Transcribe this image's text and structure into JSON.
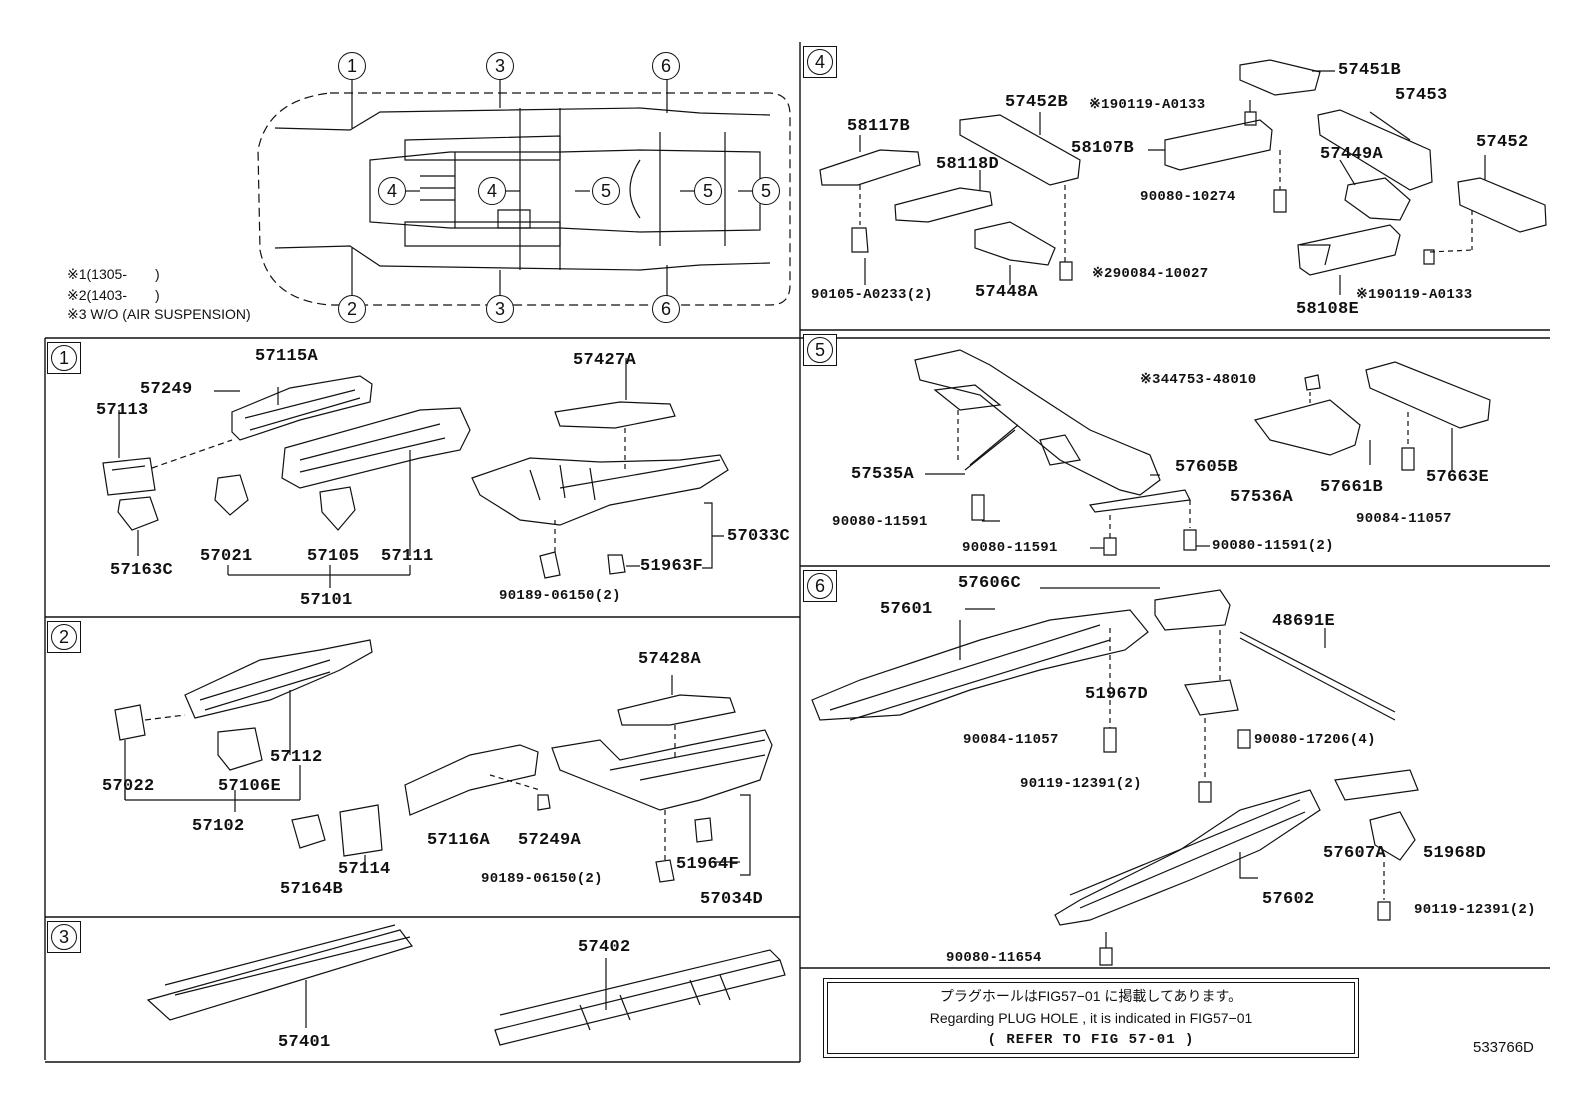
{
  "notes": {
    "n1": "※1(1305-　　)",
    "n2": "※2(1403-　　)",
    "n3": "※3 W/O (AIR SUSPENSION)"
  },
  "overview_callouts": {
    "c1_top": "1",
    "c3_top": "3",
    "c6_top": "6",
    "c4_left": "4",
    "c4_mid": "4",
    "c5_a": "5",
    "c5_b": "5",
    "c5_c": "5",
    "c2_bot": "2",
    "c3_bot": "3",
    "c6_bot": "6"
  },
  "sections": {
    "s1": "1",
    "s2": "2",
    "s3": "3",
    "s4": "4",
    "s5": "5",
    "s6": "6"
  },
  "parts": {
    "p57115A": "57115A",
    "p57249_1": "57249",
    "p57113": "57113",
    "p57163C": "57163C",
    "p57021": "57021",
    "p57105": "57105",
    "p57111": "57111",
    "p57101": "57101",
    "p57427A": "57427A",
    "p57033C": "57033C",
    "p51963F": "51963F",
    "p90189_1": "90189-06150(2)",
    "p57022": "57022",
    "p57106E": "57106E",
    "p57112": "57112",
    "p57102": "57102",
    "p57164B": "57164B",
    "p57114": "57114",
    "p57116A": "57116A",
    "p57249A": "57249A",
    "p57428A": "57428A",
    "p51964F": "51964F",
    "p90189_2": "90189-06150(2)",
    "p57034D": "57034D",
    "p57401": "57401",
    "p57402": "57402",
    "p57451B": "57451B",
    "p57452B": "57452B",
    "p190119_1": "※190119-A0133",
    "p57453": "57453",
    "p58117B": "58117B",
    "p58118D": "58118D",
    "p58107B": "58107B",
    "p57449A": "57449A",
    "p57452": "57452",
    "p90080_10274": "90080-10274",
    "p90105": "90105-A0233(2)",
    "p57448A": "57448A",
    "p90084_10027": "※290084-10027",
    "p58108E": "58108E",
    "p190119_2": "※190119-A0133",
    "p44753": "※344753-48010",
    "p57535A": "57535A",
    "p57605B": "57605B",
    "p57661B": "57661B",
    "p57663E": "57663E",
    "p57536A": "57536A",
    "p90080_11591a": "90080-11591",
    "p90080_11591b": "90080-11591",
    "p90080_11591c": "90080-11591(2)",
    "p90084_11057a": "90084-11057",
    "p57606C": "57606C",
    "p57601": "57601",
    "p48691E": "48691E",
    "p51967D": "51967D",
    "p90084_11057b": "90084-11057",
    "p90080_17206": "90080-17206(4)",
    "p90119_a": "90119-12391(2)",
    "p57607A": "57607A",
    "p51968D": "51968D",
    "p57602": "57602",
    "p90119_b": "90119-12391(2)",
    "p90080_11654": "90080-11654"
  },
  "reference": {
    "line1": "プラグホールはFIG57−01 に掲載してあります。",
    "line2": "Regarding  PLUG HOLE , it is indicated in FIG57−01",
    "line3": "( REFER TO FIG 57-01 )"
  },
  "doc_id": "533766D"
}
